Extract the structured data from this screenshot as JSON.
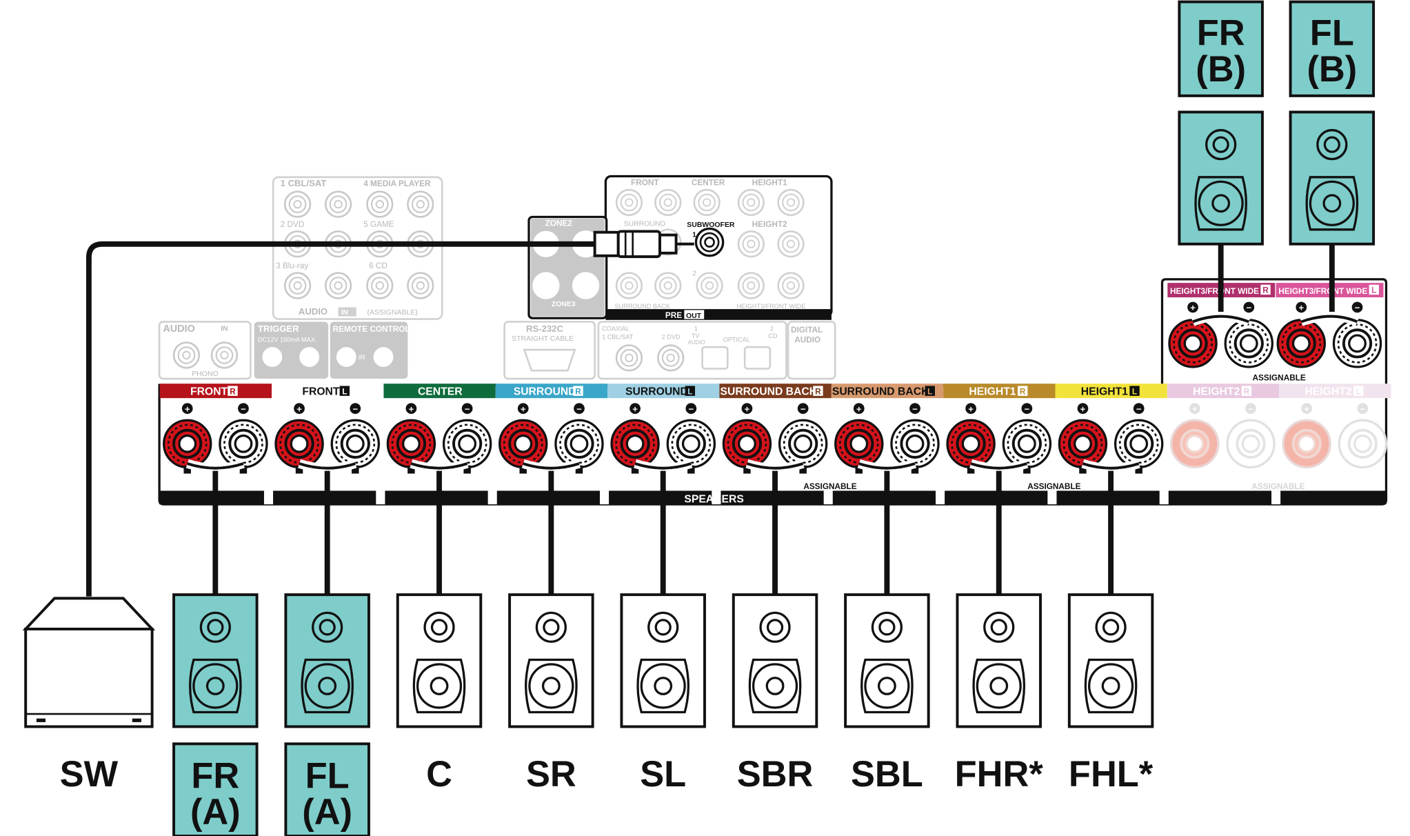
{
  "colors": {
    "teal": "#7ecdca",
    "red": "#d5131b",
    "dark": "#111111",
    "faded": "#c8c8c8",
    "faded_text": "#b4b4b4"
  },
  "rear_labels": {
    "audio_in_top": "1 CBL/SAT",
    "media_player": "4 MEDIA PLAYER",
    "dvd": "2 DVD",
    "game": "5 GAME",
    "bluray": "3 Blu-ray",
    "cd": "6 CD",
    "audio_in": "AUDIO",
    "in": "IN",
    "assignable_paren": "(ASSIGNABLE)",
    "preout_front": "FRONT",
    "preout_center": "CENTER",
    "preout_height1": "HEIGHT1",
    "zone2": "ZONE2",
    "surround": "SURROUND",
    "subwoofer": "SUBWOOFER",
    "sub1": "1",
    "sub2": "2",
    "height2": "HEIGHT2",
    "zone3": "ZONE3",
    "surround_back": "SURROUND BACK",
    "height3_fw": "HEIGHT3/FRONT WIDE",
    "pre": "PRE",
    "out": "OUT",
    "audio_phono": "AUDIO",
    "phono": "PHONO",
    "trigger_out": "TRIGGER",
    "trigger_spec": "DC12V 150mA MAX.",
    "remote_control": "REMOTE CONTROL",
    "ir": "IR",
    "rs232c": "RS-232C",
    "straight_cable": "STRAIGHT CABLE",
    "coaxial": "COAXIAL",
    "coax_1": "1 CBL/SAT",
    "coax_2": "2 DVD",
    "optical": "OPTICAL",
    "opt_1": "1",
    "opt_tv": "TV",
    "opt_audio": "AUDIO",
    "opt_2": "2",
    "opt_cd": "CD",
    "digital_audio": "DIGITAL",
    "digital_audio2": "AUDIO"
  },
  "terminals": [
    {
      "label": "FRONT",
      "ch": "R",
      "color": "#b5121b",
      "text_color": "#ffffff",
      "faded": false
    },
    {
      "label": "FRONT",
      "ch": "L",
      "color": "#ffffff",
      "text_color": "#111111",
      "faded": false
    },
    {
      "label": "CENTER",
      "ch": "",
      "color": "#0e6b3c",
      "text_color": "#ffffff",
      "faded": false
    },
    {
      "label": "SURROUND",
      "ch": "R",
      "color": "#3aa6c9",
      "text_color": "#ffffff",
      "faded": false
    },
    {
      "label": "SURROUND",
      "ch": "L",
      "color": "#9fd0e4",
      "text_color": "#111111",
      "faded": false
    },
    {
      "label": "SURROUND BACK",
      "ch": "R",
      "color": "#7a3b1c",
      "text_color": "#ffffff",
      "faded": false
    },
    {
      "label": "SURROUND BACK",
      "ch": "L",
      "color": "#d89a6e",
      "text_color": "#111111",
      "faded": false
    },
    {
      "label": "HEIGHT1",
      "ch": "R",
      "color": "#b98a2a",
      "text_color": "#ffffff",
      "faded": false
    },
    {
      "label": "HEIGHT1",
      "ch": "L",
      "color": "#f2e33c",
      "text_color": "#111111",
      "faded": false
    },
    {
      "label": "HEIGHT2",
      "ch": "R",
      "color": "#e9c9e0",
      "text_color": "#ffffff",
      "faded": true
    },
    {
      "label": "HEIGHT2",
      "ch": "L",
      "color": "#f2e4ee",
      "text_color": "#ffffff",
      "faded": true
    }
  ],
  "height3": [
    {
      "label": "HEIGHT3/FRONT WIDE",
      "ch": "R",
      "color": "#b0306e"
    },
    {
      "label": "HEIGHT3/FRONT WIDE",
      "ch": "L",
      "color": "#d9559a"
    }
  ],
  "speakers_label": "SPEAKERS",
  "assignable": "ASSIGNABLE",
  "subwoofer_label": "SW",
  "bottom_speakers": [
    {
      "label": "FR\n(A)",
      "teal": true
    },
    {
      "label": "FL\n(A)",
      "teal": true
    },
    {
      "label": "C",
      "teal": false
    },
    {
      "label": "SR",
      "teal": false
    },
    {
      "label": "SL",
      "teal": false
    },
    {
      "label": "SBR",
      "teal": false
    },
    {
      "label": "SBL",
      "teal": false
    },
    {
      "label": "FHR*",
      "teal": false
    },
    {
      "label": "FHL*",
      "teal": false
    }
  ],
  "top_speakers": [
    {
      "label": "FR\n(B)"
    },
    {
      "label": "FL\n(B)"
    }
  ]
}
